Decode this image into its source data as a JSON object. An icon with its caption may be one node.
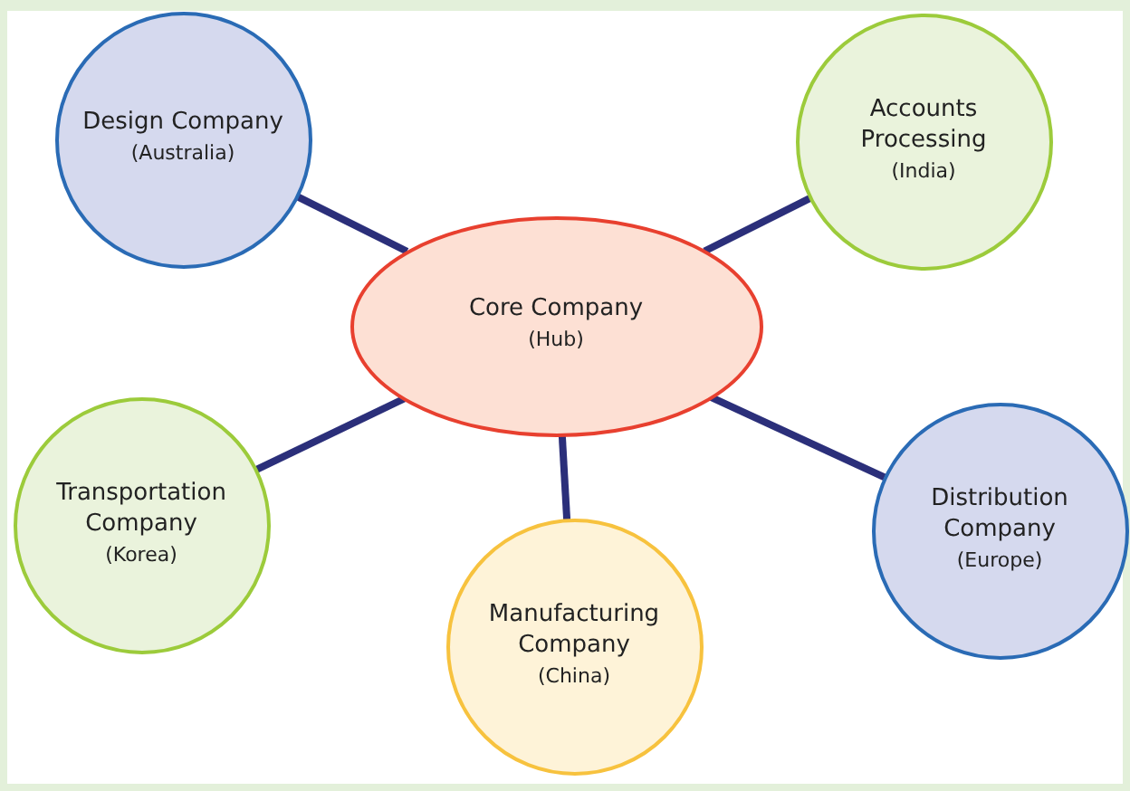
{
  "diagram": {
    "nodes": [
      {
        "text": [
          "Design Company",
          "(Australia)"
        ]
      },
      {
        "text": [
          "Accounts Processing",
          "(India)"
        ]
      },
      {
        "text": [
          "Core Company",
          "(Hub)"
        ]
      },
      {
        "text": [
          "Transportation Company",
          "(Korea)"
        ]
      },
      {
        "text": [
          "Distribution Company",
          "(Europe)"
        ]
      },
      {
        "text": [
          "Manufacturing Company",
          "(China)"
        ]
      }
    ],
    "edges": [
      {
        "from": 2,
        "to": 0,
        "arrow": "none"
      },
      {
        "from": 2,
        "to": 1,
        "arrow": "none"
      },
      {
        "from": 2,
        "to": 3,
        "arrow": "none"
      },
      {
        "from": 2,
        "to": 5,
        "arrow": "none"
      },
      {
        "from": 2,
        "to": 4,
        "arrow": "none"
      }
    ]
  }
}
